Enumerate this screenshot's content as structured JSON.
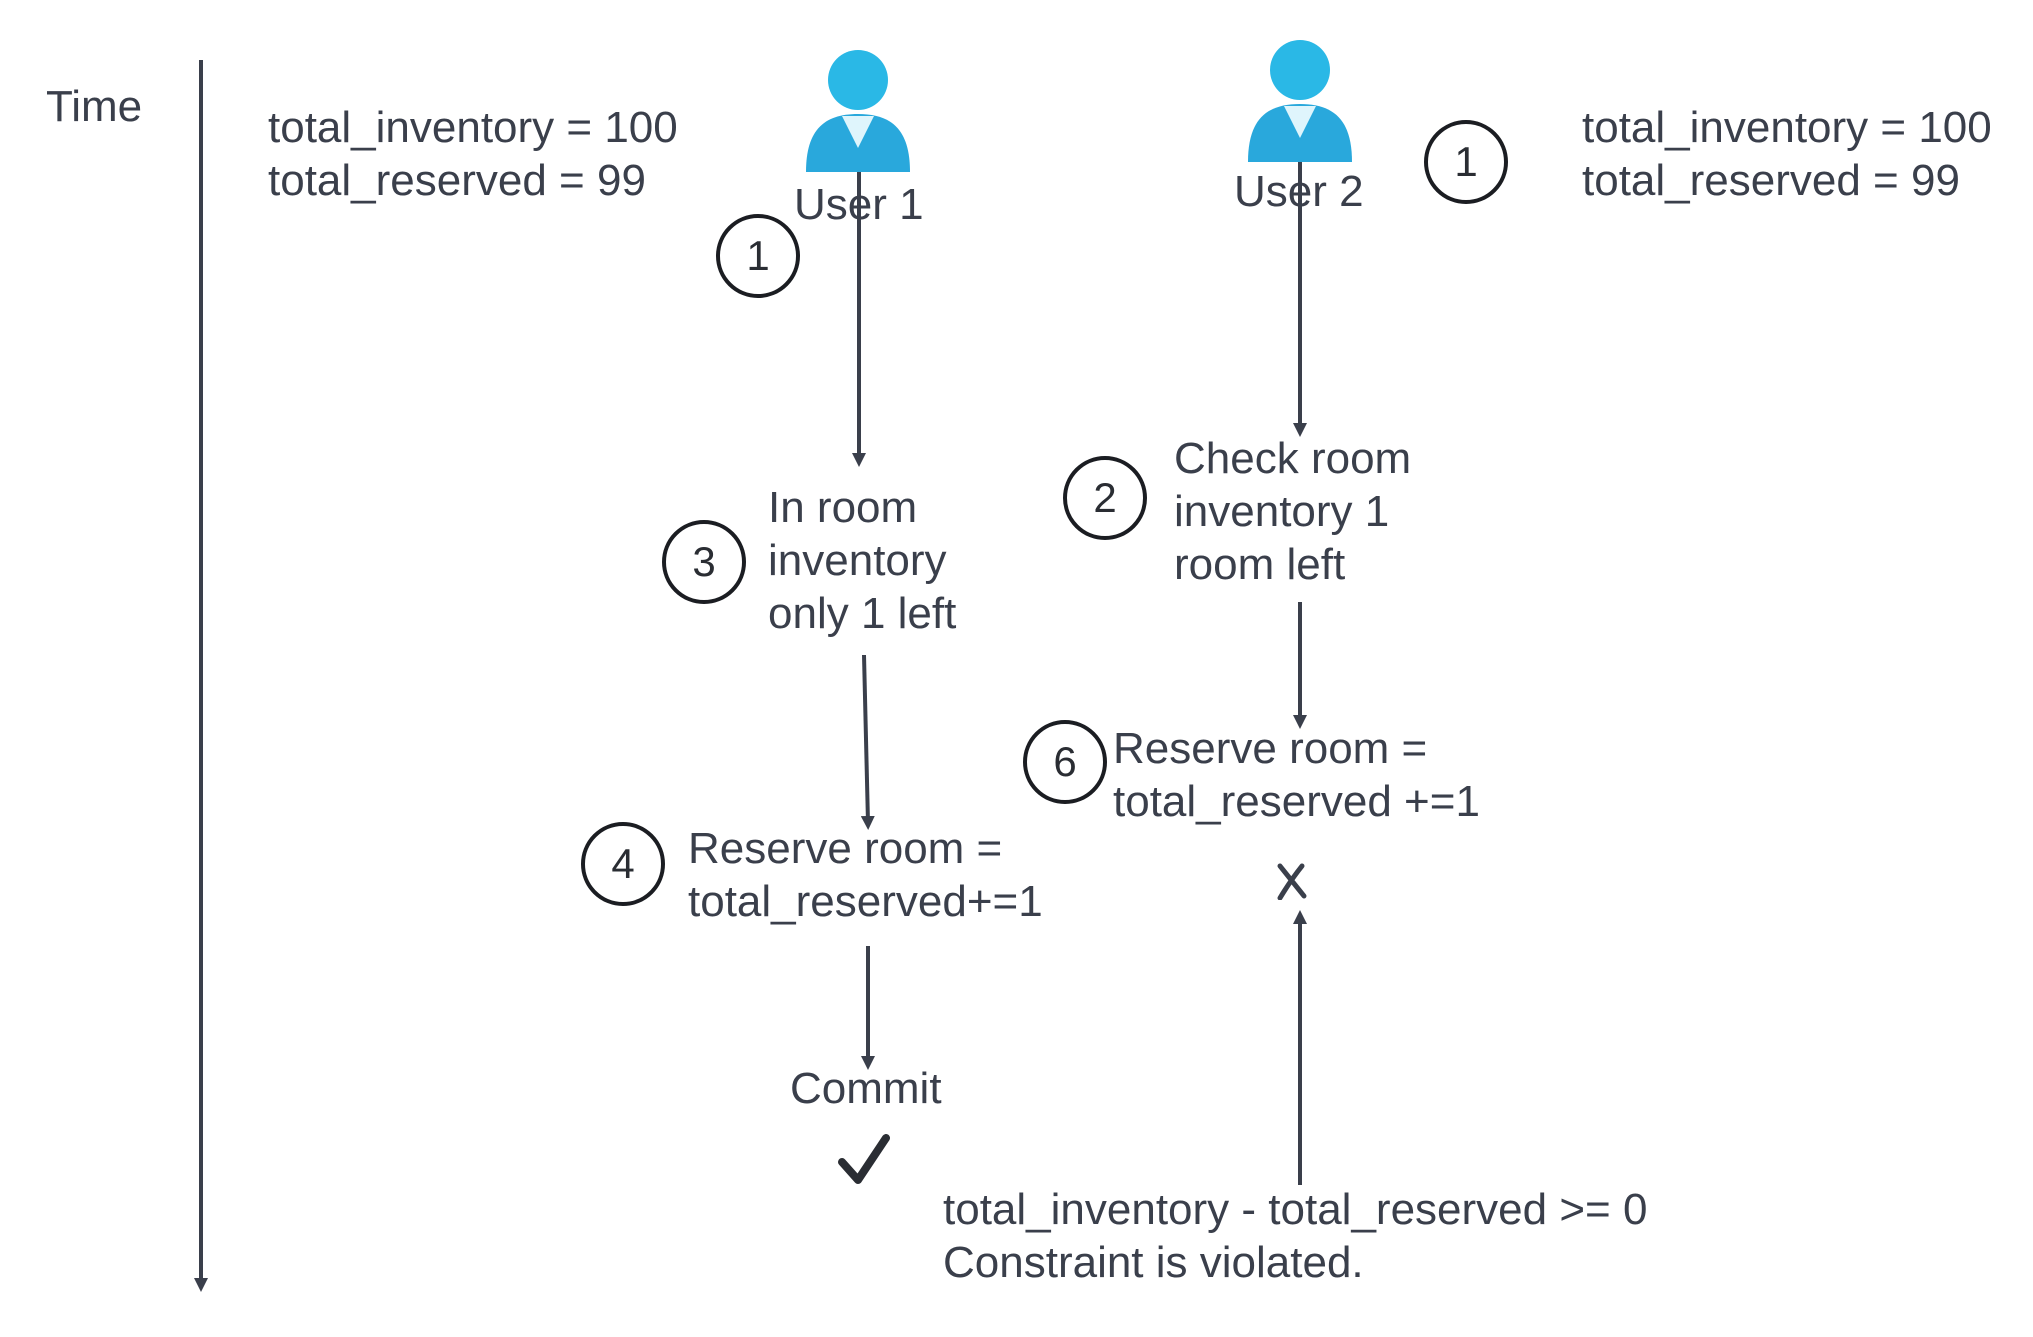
{
  "time_label": "Time",
  "left_state": {
    "inventory": "total_inventory = 100",
    "reserved": "total_reserved = 99"
  },
  "right_state": {
    "inventory": "total_inventory = 100",
    "reserved": "total_reserved = 99"
  },
  "users": [
    {
      "label": "User 1",
      "icon": "user-icon"
    },
    {
      "label": "User 2",
      "icon": "user-icon"
    }
  ],
  "steps": {
    "user1_step1": "1",
    "user2_step1": "1",
    "user2_step2": "2",
    "user1_step3": "3",
    "user1_step4": "4",
    "user2_step6": "6"
  },
  "texts": {
    "check_room": [
      "Check room",
      "inventory 1",
      "room left"
    ],
    "in_room": [
      "In room",
      "inventory",
      "only 1 left"
    ],
    "reserve_user2": [
      "Reserve room =",
      "total_reserved +=1"
    ],
    "reserve_user1": [
      "Reserve room =",
      "total_reserved+=1"
    ],
    "commit": "Commit",
    "constraint": [
      "total_inventory - total_reserved >= 0",
      "Constraint is violated."
    ]
  },
  "marks": {
    "success": "check-icon",
    "failure": "cross-icon"
  },
  "colors": {
    "line": "#3a3f4b",
    "user_icon": "#29b6e4",
    "user_icon_dark": "#1e8fc0",
    "text": "#3a3f4b"
  }
}
